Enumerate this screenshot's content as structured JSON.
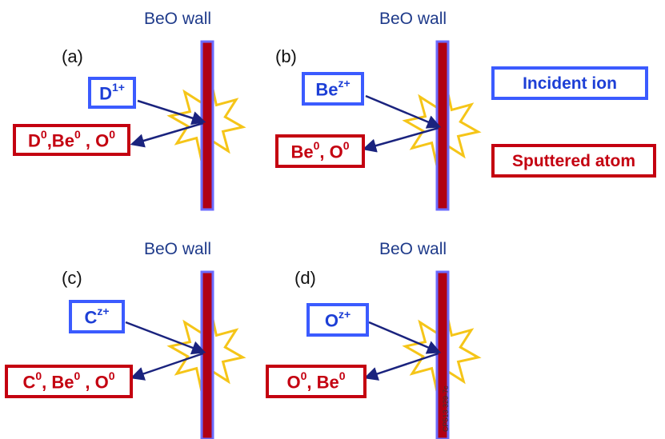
{
  "panels": [
    {
      "id": "a",
      "letter": "(a)",
      "wall_label": "BeO wall",
      "incident": {
        "text": "D",
        "sup": "1+"
      },
      "sputtered": [
        {
          "text": "D",
          "sup": "0"
        },
        {
          "text": ",Be",
          "sup": "0"
        },
        {
          "text": " , O",
          "sup": "0"
        }
      ]
    },
    {
      "id": "b",
      "letter": "(b)",
      "wall_label": "BeO wall",
      "incident": {
        "text": "Be",
        "sup": "z+"
      },
      "sputtered": [
        {
          "text": "Be",
          "sup": "0"
        },
        {
          "text": ", O",
          "sup": "0"
        }
      ]
    },
    {
      "id": "c",
      "letter": "(c)",
      "wall_label": "BeO wall",
      "incident": {
        "text": "C",
        "sup": "z+"
      },
      "sputtered": [
        {
          "text": "C",
          "sup": "0"
        },
        {
          "text": ", Be",
          "sup": "0"
        },
        {
          "text": " , O",
          "sup": "0"
        }
      ]
    },
    {
      "id": "d",
      "letter": "(d)",
      "wall_label": "BeO wall",
      "incident": {
        "text": "O",
        "sup": "z+"
      },
      "sputtered": [
        {
          "text": "O",
          "sup": "0"
        },
        {
          "text": ", Be",
          "sup": "0"
        }
      ]
    }
  ],
  "legend": {
    "incident_label": "Incident ion",
    "sputtered_label": "Sputtered atom"
  },
  "watermark": "CP513.329-7c",
  "colors": {
    "ion_blue": "#3b5bff",
    "atom_red": "#c40010",
    "wall_fill": "#b00014",
    "wall_border": "#6b6bff",
    "arrow": "#1a237e",
    "flash_stroke": "#f5c518"
  }
}
